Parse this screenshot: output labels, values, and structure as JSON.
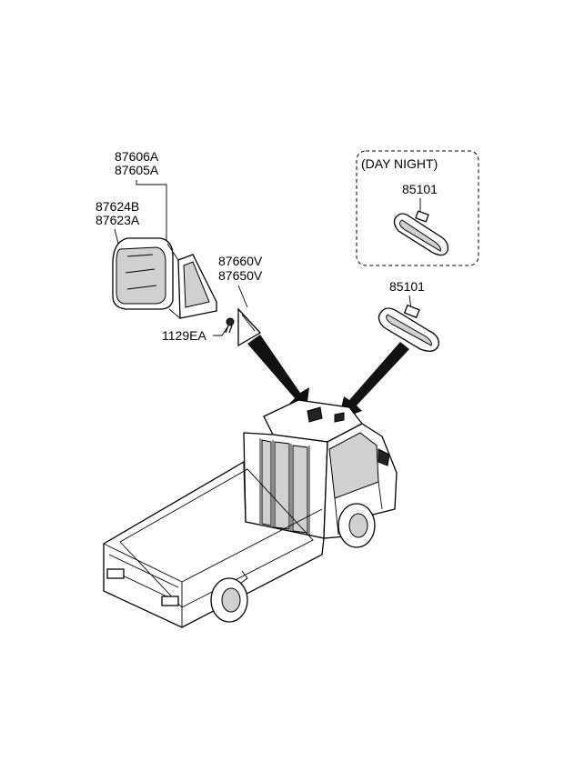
{
  "callouts": {
    "mirror_outer_a": "87606A",
    "mirror_outer_b": "87605A",
    "mirror_glass_a": "87624B",
    "mirror_glass_b": "87623A",
    "garnish_a": "87660V",
    "garnish_b": "87650V",
    "screw": "1129EA",
    "inside_mirror_daynight": "85101",
    "inside_mirror": "85101"
  },
  "option_box": {
    "title": "(DAY  NIGHT)"
  }
}
